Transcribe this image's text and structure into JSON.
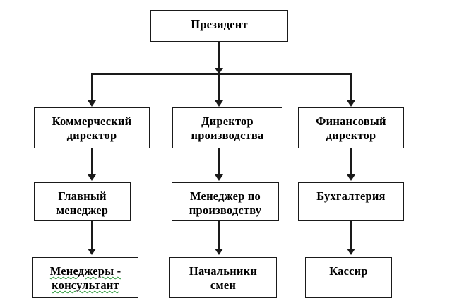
{
  "diagram": {
    "type": "organizational-chart",
    "title": "",
    "language": "ru",
    "colors": {
      "box_border": "#1a1a1a",
      "box_fill": "#ffffff",
      "connector": "#1a1a1a",
      "text": "#000000",
      "spellcheck_underline": "#2f9b3e",
      "canvas": "#ffffff"
    },
    "levels": [
      {
        "level": 1,
        "nodes": [
          {
            "id": "president",
            "label": "Президент",
            "lines": 1,
            "spell_error": false
          }
        ]
      },
      {
        "level": 2,
        "nodes": [
          {
            "id": "commercial-director",
            "label": "Коммерческий\nдиректор",
            "lines": 2,
            "spell_error": false
          },
          {
            "id": "production-director",
            "label": "Директор\nпроизводства",
            "lines": 2,
            "spell_error": false
          },
          {
            "id": "financial-director",
            "label": "Финансовый\nдиректор",
            "lines": 2,
            "spell_error": false
          }
        ]
      },
      {
        "level": 3,
        "nodes": [
          {
            "id": "general-manager",
            "label": "Главный\nменеджер",
            "lines": 2,
            "spell_error": false
          },
          {
            "id": "production-manager",
            "label": "Менеджер по\nпроизводству",
            "lines": 2,
            "spell_error": false
          },
          {
            "id": "accounting",
            "label": "Бухгалтерия",
            "lines": 1,
            "spell_error": false
          }
        ]
      },
      {
        "level": 4,
        "nodes": [
          {
            "id": "consultant-managers",
            "label": "Менеджеры -\nконсультант",
            "lines": 2,
            "spell_error": true
          },
          {
            "id": "shift-supervisors",
            "label": "Начальники\nсмен",
            "lines": 2,
            "spell_error": false
          },
          {
            "id": "cashier",
            "label": "Кассир",
            "lines": 1,
            "spell_error": false
          }
        ]
      }
    ],
    "edges": [
      {
        "from": "president",
        "to": "commercial-director"
      },
      {
        "from": "president",
        "to": "production-director"
      },
      {
        "from": "president",
        "to": "financial-director"
      },
      {
        "from": "commercial-director",
        "to": "general-manager"
      },
      {
        "from": "production-director",
        "to": "production-manager"
      },
      {
        "from": "financial-director",
        "to": "accounting"
      },
      {
        "from": "general-manager",
        "to": "consultant-managers"
      },
      {
        "from": "production-manager",
        "to": "shift-supervisors"
      },
      {
        "from": "accounting",
        "to": "cashier"
      }
    ]
  }
}
